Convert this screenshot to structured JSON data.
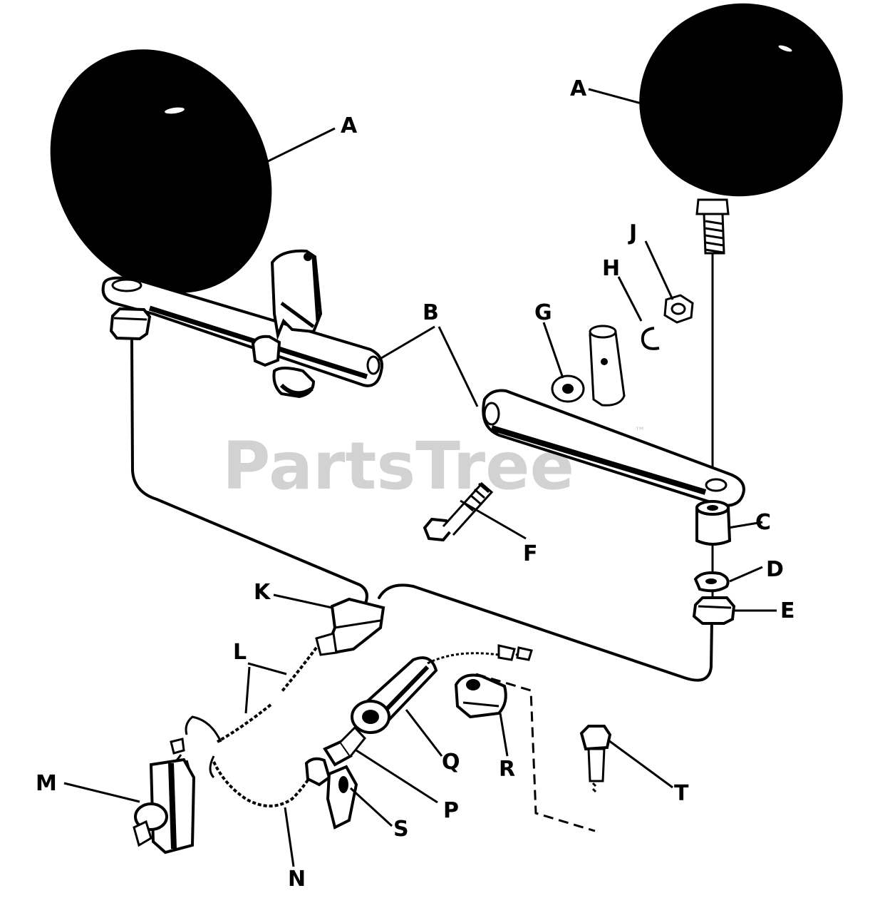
{
  "watermark": {
    "text": "PartsTree",
    "mark": "™"
  },
  "labels": {
    "A": "A",
    "B": "B",
    "C": "C",
    "D": "D",
    "E": "E",
    "F": "F",
    "G": "G",
    "H": "H",
    "J": "J",
    "K": "K",
    "L": "L",
    "M": "M",
    "N": "N",
    "P": "P",
    "Q": "Q",
    "R": "R",
    "S": "S",
    "T": "T"
  },
  "colors": {
    "ink": "#000000",
    "paper": "#ffffff",
    "watermark": "#d2d2d2"
  }
}
